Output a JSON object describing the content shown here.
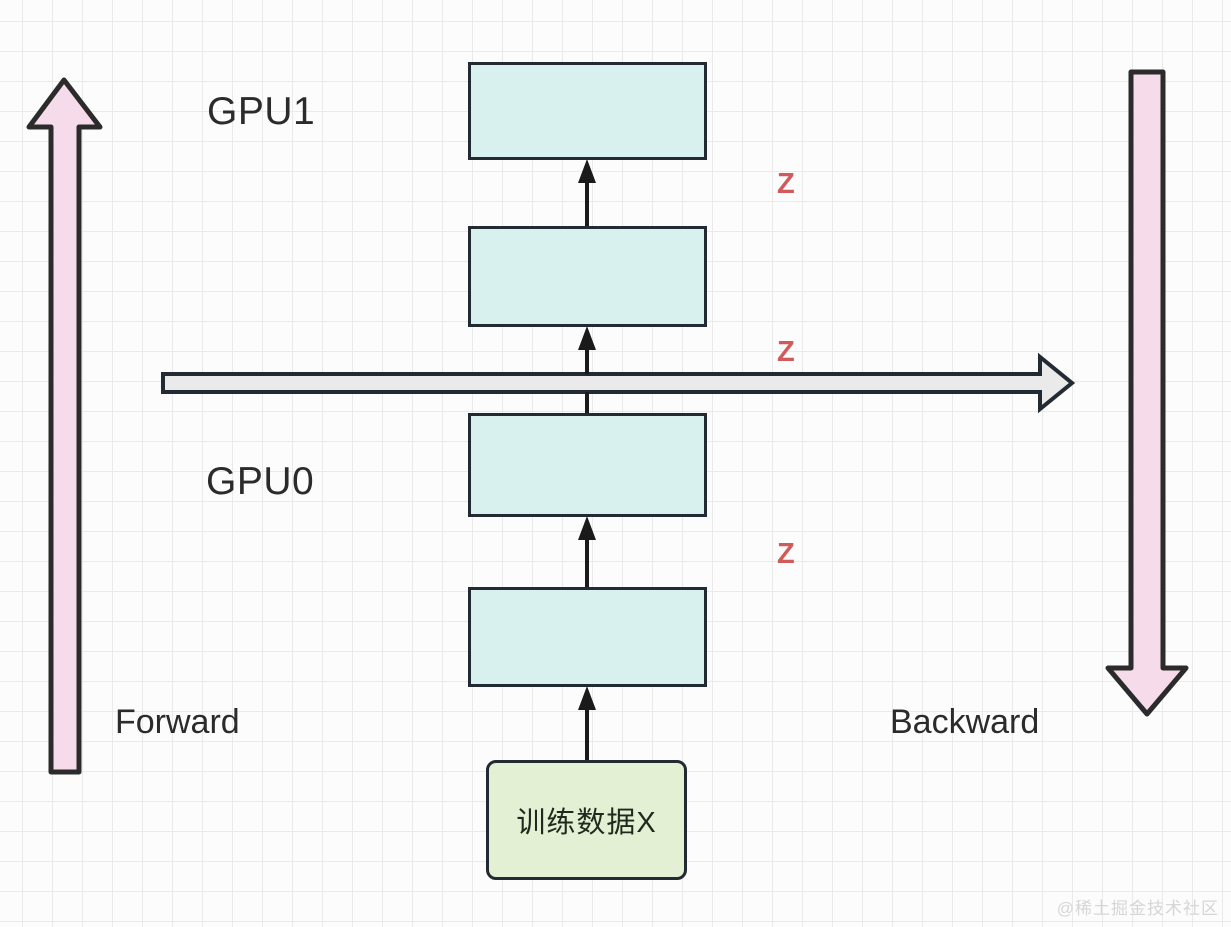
{
  "diagram": {
    "title": "Pipeline parallelism forward/backward diagram",
    "colors": {
      "layer_box_fill": "#d8f0ee",
      "layer_box_stroke": "#222b33",
      "data_box_fill": "#e4f0d4",
      "arrow_pink_fill": "#f6dbea",
      "arrow_pink_stroke": "#2b2b2b",
      "divider_fill": "#eaeaea",
      "divider_stroke": "#222b33",
      "z_label_color": "#d05b58",
      "grid_line": "#eaeaea",
      "background": "#fcfcfc",
      "watermark": "#d6d6d6"
    },
    "gpu_labels": [
      {
        "name": "gpu1",
        "text": "GPU1"
      },
      {
        "name": "gpu0",
        "text": "GPU0"
      }
    ],
    "direction_labels": [
      {
        "name": "forward",
        "text": "Forward"
      },
      {
        "name": "backward",
        "text": "Backward"
      }
    ],
    "activation_labels": [
      {
        "name": "z-top",
        "text": "Z"
      },
      {
        "name": "z-middle",
        "text": "Z"
      },
      {
        "name": "z-bottom",
        "text": "Z"
      }
    ],
    "layers": [
      {
        "name": "layer-4",
        "text": ""
      },
      {
        "name": "layer-3",
        "text": ""
      },
      {
        "name": "layer-2",
        "text": ""
      },
      {
        "name": "layer-1",
        "text": ""
      }
    ],
    "input": {
      "text": "训练数据X"
    },
    "watermark": {
      "text": "@稀土掘金技术社区"
    }
  }
}
